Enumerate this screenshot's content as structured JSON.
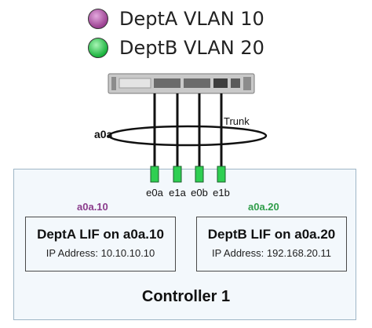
{
  "legend": [
    {
      "label": "DeptA VLAN 10",
      "color": "#b05aa6"
    },
    {
      "label": "DeptB VLAN 20",
      "color": "#2fcf52"
    }
  ],
  "trunk_label": "Trunk",
  "ifgrp_label": "a0a",
  "ports": [
    "e0a",
    "e1a",
    "e0b",
    "e1b"
  ],
  "vlan_a": {
    "tag": "a0a.10",
    "color": "#8a3c8c",
    "lif_title": "DeptA LIF on a0a.10",
    "ip": "IP Address: 10.10.10.10"
  },
  "vlan_b": {
    "tag": "a0a.20",
    "color": "#2f9d4a",
    "lif_title": "DeptB LIF on a0a.20",
    "ip": "IP Address: 192.168.20.11"
  },
  "controller_label": "Controller 1"
}
